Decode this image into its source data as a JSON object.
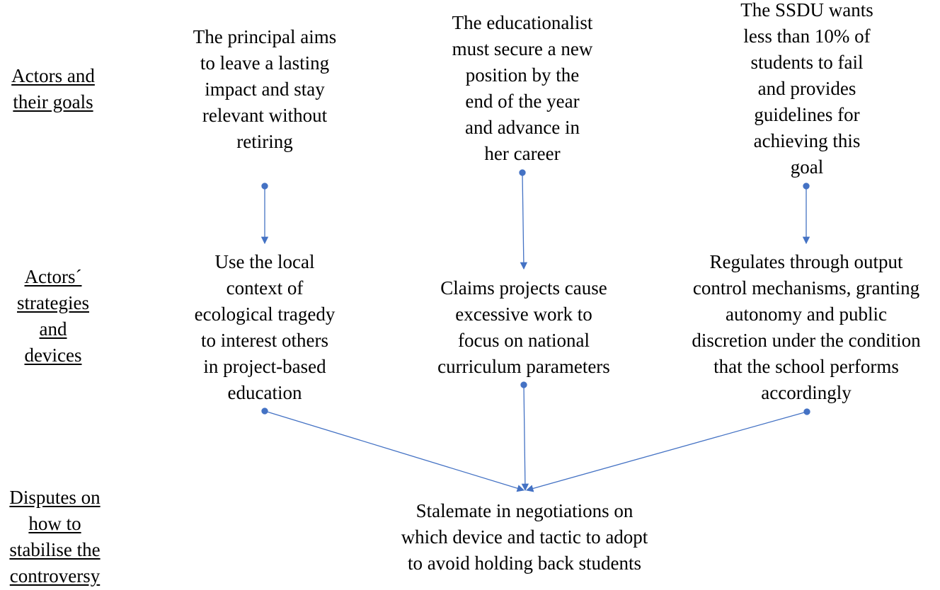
{
  "row_labels": {
    "goals": [
      "Actors and",
      "their goals"
    ],
    "strategies": [
      "Actors´",
      "strategies",
      "and",
      "devices"
    ],
    "disputes": [
      "Disputes on",
      "how to",
      "stabilise the",
      "controversy"
    ]
  },
  "goals": {
    "principal": [
      "The principal  aims",
      "to leave a lasting",
      "impact and stay",
      "relevant without",
      "retiring"
    ],
    "educationalist": [
      "The educationalist",
      "must secure a new",
      "position by the",
      "end of the year",
      "and advance in",
      "her career"
    ],
    "ssdu": [
      "The SSDU  wants",
      "less than 10% of",
      "students to fail",
      "and provides",
      "guidelines  for",
      "achieving this",
      "goal"
    ]
  },
  "strategies": {
    "principal": [
      "Use the local",
      "context of",
      "ecological tragedy",
      "to interest others",
      "in project-based",
      "education"
    ],
    "educationalist": [
      "Claims projects cause",
      "excessive work to",
      "focus on national",
      "curriculum parameters"
    ],
    "ssdu": [
      "Regulates through output",
      "control mechanisms, granting",
      "autonomy and public",
      "discretion under the condition",
      "that the school performs",
      "accordingly"
    ]
  },
  "outcome": [
    "Stalemate in negotiations on",
    "which device and tactic to adopt",
    "to avoid holding back students"
  ],
  "colors": {
    "arrow": "#4472c4",
    "text": "#000000"
  }
}
